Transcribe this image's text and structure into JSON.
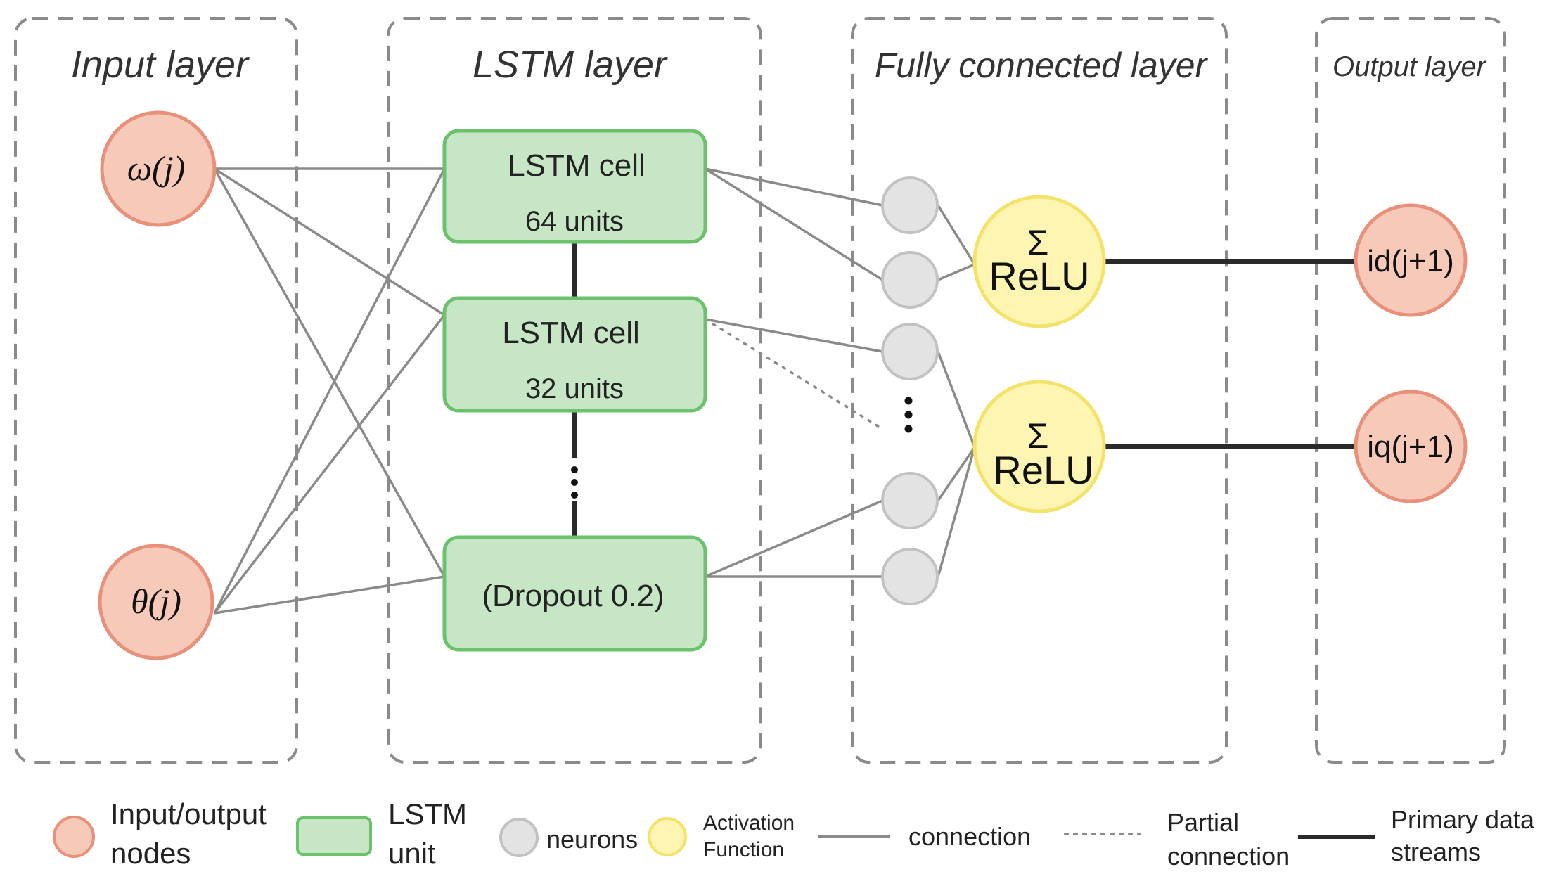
{
  "layers": {
    "input": "Input layer",
    "lstm": "LSTM layer",
    "fc": "Fully connected layer",
    "output": "Output layer"
  },
  "inputs": {
    "omega": "ω(j)",
    "theta": "θ(j)"
  },
  "cells": {
    "cell1_title": "LSTM cell",
    "cell1_units": "64 units",
    "cell2_title": "LSTM cell",
    "cell2_units": "32 units",
    "dropout": "(Dropout 0.2)"
  },
  "activation": {
    "symbol": "Σ",
    "label": "ReLU"
  },
  "outputs": {
    "id": "id(j+1)",
    "iq": "iq(j+1)"
  },
  "legend": {
    "io_line1": "Input/output",
    "io_line2": "nodes",
    "lstm_line1": "LSTM",
    "lstm_line2": "unit",
    "neurons": "neurons",
    "act_line1": "Activation",
    "act_line2": "Function",
    "connection": "connection",
    "partial_line1": "Partial",
    "partial_line2": "connection",
    "primary_line1": "Primary data",
    "primary_line2": "streams"
  },
  "colors": {
    "io_fill": "#f6c9b9",
    "io_stroke": "#e8907a",
    "lstm_fill": "#c6e6c6",
    "lstm_stroke": "#6cc26c",
    "neuron_fill": "#e3e3e3",
    "neuron_stroke": "#c2c2c2",
    "act_fill": "#fff5b3",
    "act_stroke": "#f4e36a",
    "connection": "#8a8a8a",
    "primary": "#2a2a2a",
    "border": "#8a8a8a"
  }
}
